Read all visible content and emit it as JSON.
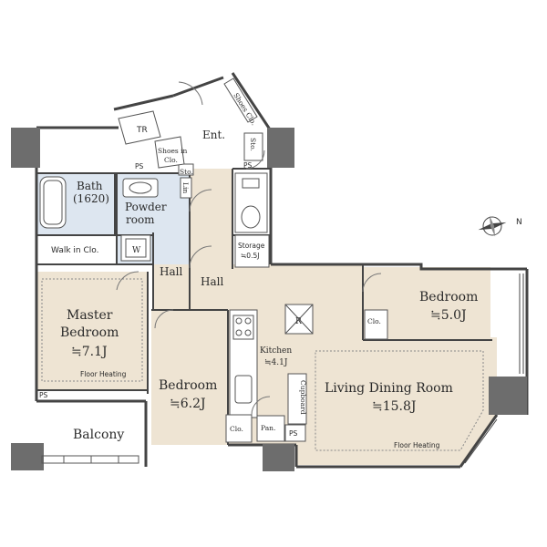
{
  "rooms": {
    "bath": {
      "label": "Bath",
      "size": "(1620)"
    },
    "powder_room": {
      "line1": "Powder",
      "line2": "room"
    },
    "walk_in_closet": "Walk in Clo.",
    "washer": "W",
    "entrance": "Ent.",
    "trunk_room": "TR",
    "shoes_closet_upper": "Shoes Clo.",
    "shoes_closet_lower": {
      "line1": "Shoes in",
      "line2": "Clo."
    },
    "storage_small": "Sto.",
    "pipe_space": "PS",
    "linen": "Lin",
    "storage": {
      "label": "Storage",
      "size": "≒0.5J"
    },
    "hall_left": "Hall",
    "hall_center": "Hall",
    "master_bedroom": {
      "line1": "Master",
      "line2": "Bedroom",
      "size": "≒7.1J",
      "note": "Floor Heating"
    },
    "bedroom_center": {
      "label": "Bedroom",
      "size": "≒6.2J"
    },
    "bedroom_right": {
      "label": "Bedroom",
      "size": "≒5.0J"
    },
    "kitchen": {
      "label": "Kitchen",
      "size": "≒4.1J"
    },
    "refrigerator": "R",
    "cupboard": "Cupboard",
    "pantry": "Pan.",
    "closet": "Clo.",
    "living_dining": {
      "label": "Living Dining Room",
      "size": "≒15.8J",
      "note": "Floor Heating"
    },
    "balcony": "Balcony"
  },
  "compass": {
    "north": "N"
  },
  "colors": {
    "room_fill": "#eee4d3",
    "wet_fill": "#dde6f0",
    "wall": "#444444",
    "column": "#6d6d6d"
  }
}
